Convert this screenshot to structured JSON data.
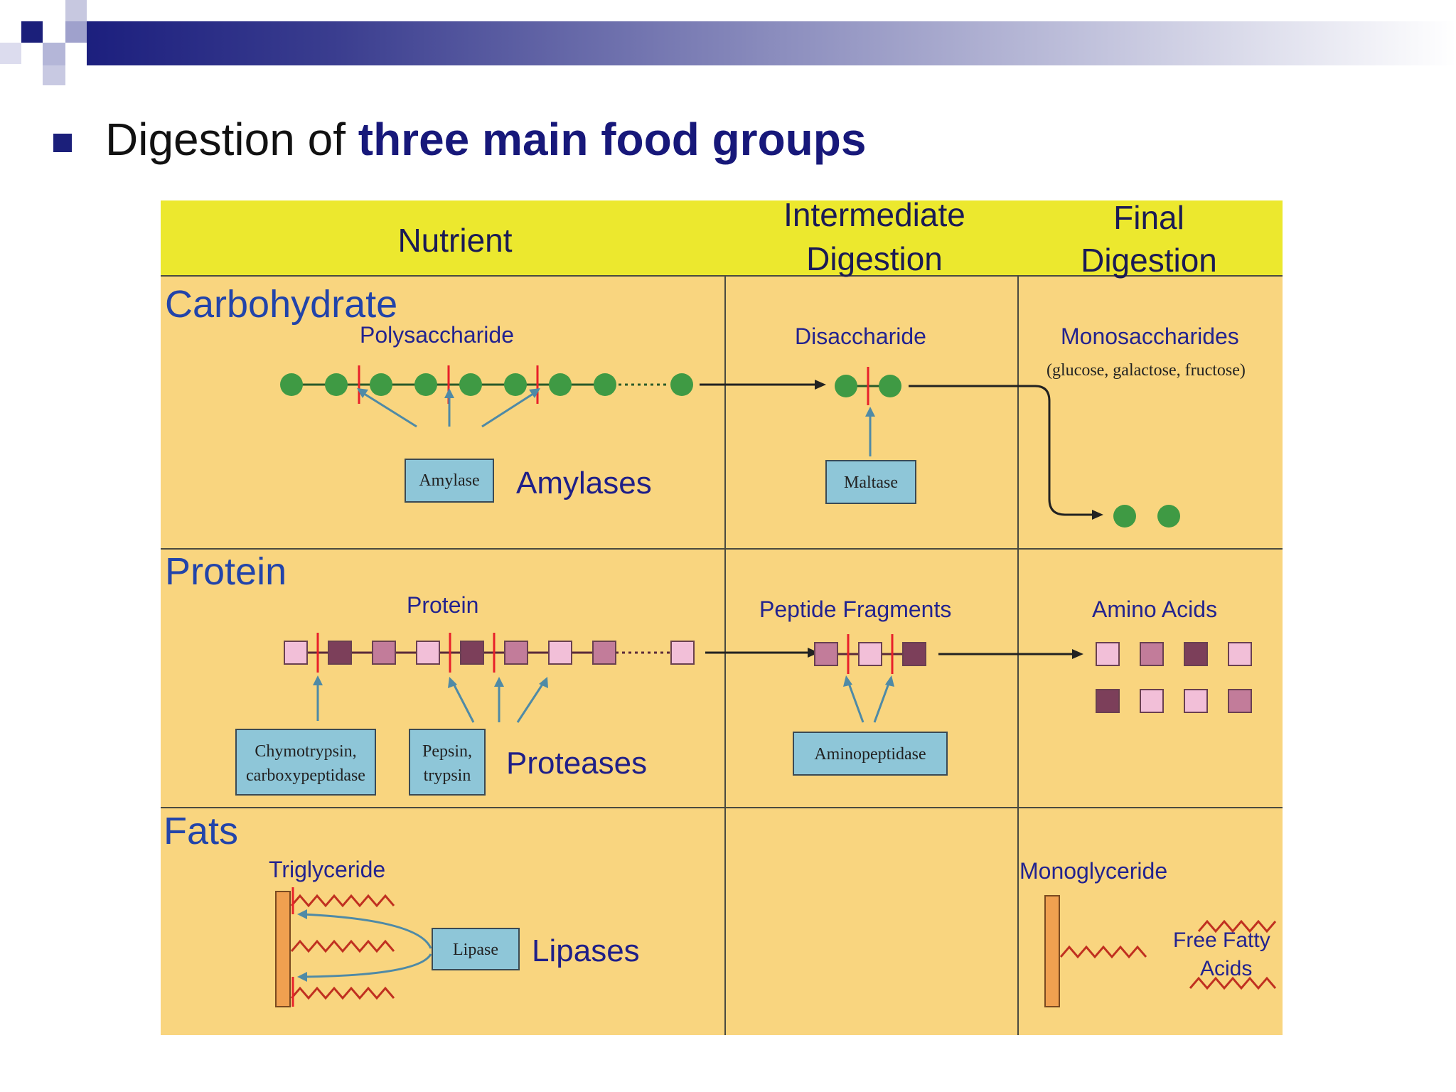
{
  "slide": {
    "title_plain": "Digestion of ",
    "title_bold": "three main food groups"
  },
  "table": {
    "headers": {
      "nutrient": "Nutrient",
      "intermediate_line1": "Intermediate",
      "intermediate_line2": "Digestion",
      "final_line1": "Final",
      "final_line2": "Digestion"
    },
    "carbohydrate": {
      "section": "Carbohydrate",
      "nutrient_label": "Polysaccharide",
      "intermediate_label": "Disaccharide",
      "final_label": "Monosaccharides",
      "final_note": "(glucose, galactose, fructose)",
      "enzyme1": "Amylase",
      "enzyme2": "Maltase",
      "enzyme_class": "Amylases"
    },
    "protein": {
      "section": "Protein",
      "nutrient_label": "Protein",
      "intermediate_label": "Peptide Fragments",
      "final_label": "Amino Acids",
      "enzyme_a_line1": "Chymotrypsin,",
      "enzyme_a_line2": "carboxypeptidase",
      "enzyme_b_line1": "Pepsin,",
      "enzyme_b_line2": "trypsin",
      "enzyme_c": "Aminopeptidase",
      "enzyme_class": "Proteases"
    },
    "fats": {
      "section": "Fats",
      "nutrient_label": "Triglyceride",
      "final_label": "Monoglyceride",
      "free_fatty_line1": "Free Fatty",
      "free_fatty_line2": "Acids",
      "enzyme": "Lipase",
      "enzyme_class": "Lipases"
    }
  },
  "colors": {
    "header_yellow": "#ece82e",
    "panel_tan": "#f9d57f",
    "green_unit": "#3f9a44",
    "cut_line": "#e8202a",
    "enzyme_box": "#8ec6d8",
    "glycerol": "#f0a050",
    "amino_light": "#f2bfd8",
    "amino_medium": "#c27c9a",
    "amino_dark": "#7c3f5a"
  }
}
